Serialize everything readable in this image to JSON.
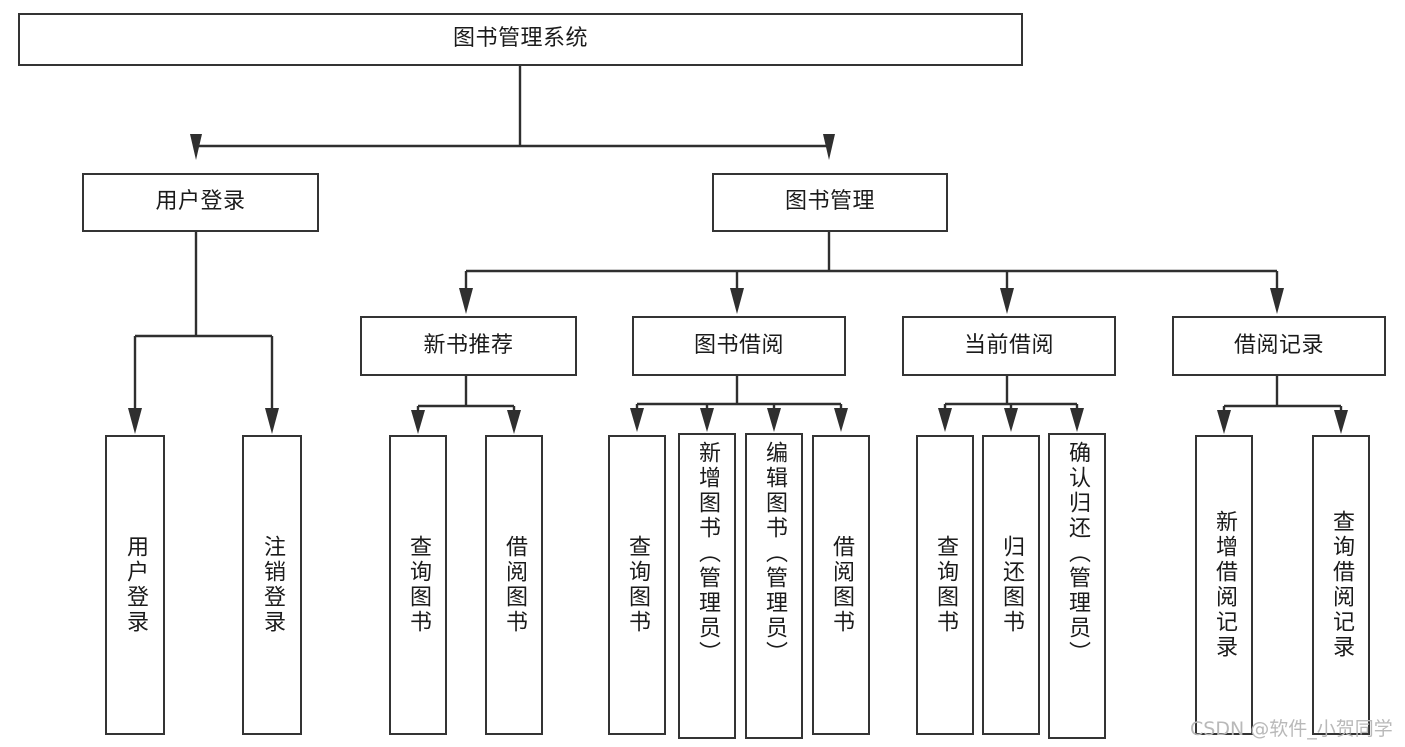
{
  "diagram": {
    "type": "tree-hierarchy",
    "title": "图书管理系统",
    "orientation": "top-down",
    "colors": {
      "box_border": "#343434",
      "box_fill": "#ffffff",
      "connector": "#2f2f2f",
      "text": "#1b1b1b",
      "watermark": "#b9b9b9"
    },
    "nodes": {
      "root": {
        "label": "图书管理系统",
        "level": 0
      },
      "user_login": {
        "label": "用户登录",
        "level": 1
      },
      "book_manage": {
        "label": "图书管理",
        "level": 1
      },
      "new_book_rec": {
        "label": "新书推荐",
        "level": 2
      },
      "book_borrow": {
        "label": "图书借阅",
        "level": 2
      },
      "current_borrow": {
        "label": "当前借阅",
        "level": 2
      },
      "borrow_record": {
        "label": "借阅记录",
        "level": 2
      },
      "leaf_user_login": {
        "label": "用户登录",
        "level": 2,
        "vertical": true
      },
      "leaf_logout": {
        "label": "注销登录",
        "level": 2,
        "vertical": true
      },
      "leaf_query_book_a": {
        "label": "查询图书",
        "level": 3,
        "vertical": true
      },
      "leaf_borrow_book_a": {
        "label": "借阅图书",
        "level": 3,
        "vertical": true
      },
      "leaf_query_book_b": {
        "label": "查询图书",
        "level": 3,
        "vertical": true
      },
      "leaf_add_book": {
        "label": "新增图书（管理员）",
        "level": 3,
        "vertical": true
      },
      "leaf_edit_book": {
        "label": "编辑图书（管理员）",
        "level": 3,
        "vertical": true
      },
      "leaf_borrow_book_b": {
        "label": "借阅图书",
        "level": 3,
        "vertical": true
      },
      "leaf_query_book_c": {
        "label": "查询图书",
        "level": 3,
        "vertical": true
      },
      "leaf_return_book": {
        "label": "归还图书",
        "level": 3,
        "vertical": true
      },
      "leaf_confirm_return": {
        "label": "确认归还（管理员）",
        "level": 3,
        "vertical": true
      },
      "leaf_add_record": {
        "label": "新增借阅记录",
        "level": 3,
        "vertical": true
      },
      "leaf_query_record": {
        "label": "查询借阅记录",
        "level": 3,
        "vertical": true
      }
    },
    "edges": [
      {
        "from": "root",
        "to": "user_login"
      },
      {
        "from": "root",
        "to": "book_manage"
      },
      {
        "from": "user_login",
        "to": "leaf_user_login"
      },
      {
        "from": "user_login",
        "to": "leaf_logout"
      },
      {
        "from": "book_manage",
        "to": "new_book_rec"
      },
      {
        "from": "book_manage",
        "to": "book_borrow"
      },
      {
        "from": "book_manage",
        "to": "current_borrow"
      },
      {
        "from": "book_manage",
        "to": "borrow_record"
      },
      {
        "from": "new_book_rec",
        "to": "leaf_query_book_a"
      },
      {
        "from": "new_book_rec",
        "to": "leaf_borrow_book_a"
      },
      {
        "from": "book_borrow",
        "to": "leaf_query_book_b"
      },
      {
        "from": "book_borrow",
        "to": "leaf_add_book"
      },
      {
        "from": "book_borrow",
        "to": "leaf_edit_book"
      },
      {
        "from": "book_borrow",
        "to": "leaf_borrow_book_b"
      },
      {
        "from": "current_borrow",
        "to": "leaf_query_book_c"
      },
      {
        "from": "current_borrow",
        "to": "leaf_return_book"
      },
      {
        "from": "current_borrow",
        "to": "leaf_confirm_return"
      },
      {
        "from": "borrow_record",
        "to": "leaf_add_record"
      },
      {
        "from": "borrow_record",
        "to": "leaf_query_record"
      }
    ]
  },
  "watermark": {
    "text": "CSDN @软件_小贺同学"
  }
}
